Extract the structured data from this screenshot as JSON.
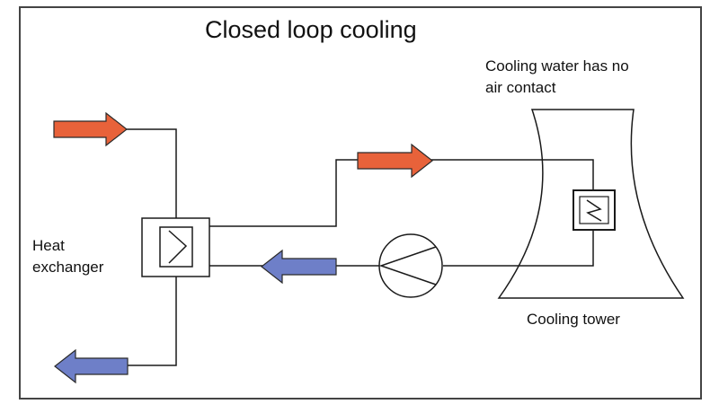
{
  "title": "Closed loop cooling",
  "labels": {
    "tower_note_line1": "Cooling water has no",
    "tower_note_line2": "air contact",
    "heat_exchanger_line1": "Heat",
    "heat_exchanger_line2": "exchanger",
    "cooling_tower": "Cooling tower"
  },
  "colors": {
    "hot_arrow": "#e8623a",
    "cold_arrow": "#6e7fc8",
    "line": "#1a1a1a",
    "frame": "#444444"
  },
  "icons": {
    "heat_exchanger_symbol": "heat-exchanger-symbol",
    "pump_symbol": "pump-symbol",
    "tower_coil_symbol": "tower-heat-exchanger-symbol"
  }
}
